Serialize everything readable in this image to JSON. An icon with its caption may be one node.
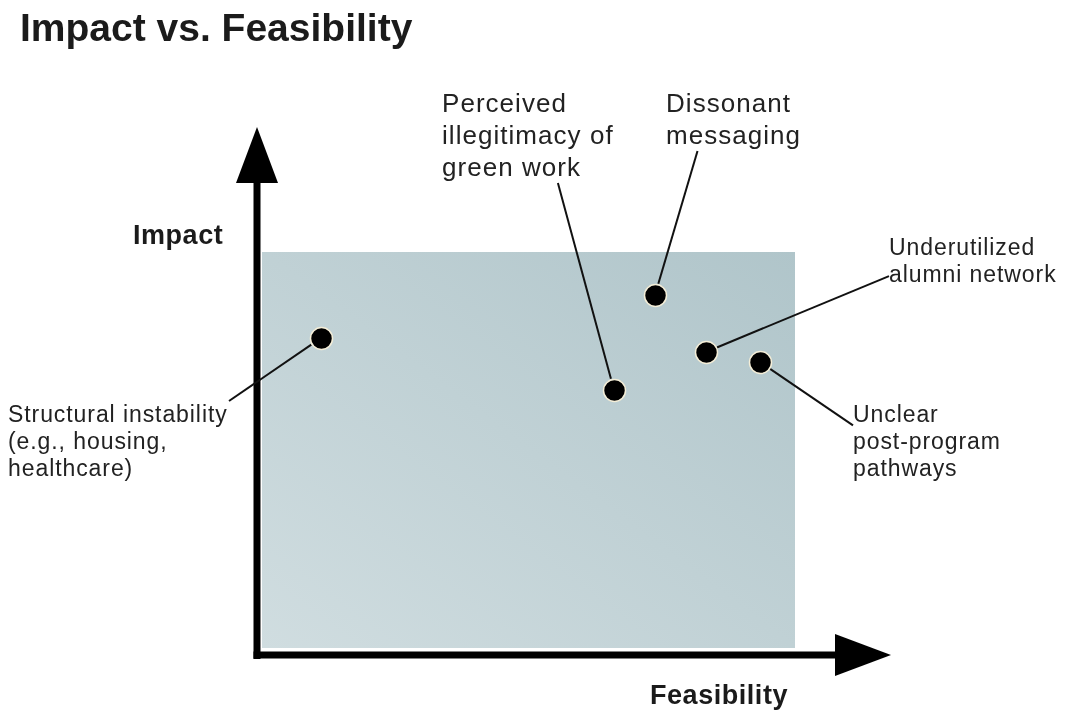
{
  "diagram": {
    "title": "Impact vs. Feasibility",
    "nodes": [
      {
        "text": [
          "Perceived illegitimacy of green work"
        ]
      },
      {
        "text": [
          "Dissonant messaging"
        ]
      },
      {
        "text": [
          "Underutilized alumni network"
        ]
      },
      {
        "text": [
          "Structural instability (e.g., housing, healthcare)"
        ]
      },
      {
        "text": [
          "Unclear post-program pathways"
        ]
      },
      {
        "text": [],
        "shape": "circle"
      },
      {
        "text": [],
        "shape": "circle"
      },
      {
        "text": [],
        "shape": "circle"
      },
      {
        "text": [],
        "shape": "circle"
      },
      {
        "text": [],
        "shape": "circle"
      }
    ],
    "edges": [
      {
        "from": 0,
        "to": 5,
        "arrow": "none"
      },
      {
        "from": 1,
        "to": 6,
        "arrow": "none"
      },
      {
        "from": 2,
        "to": 7,
        "arrow": "none"
      },
      {
        "from": 3,
        "to": 8,
        "arrow": "none"
      },
      {
        "from": 4,
        "to": 9,
        "arrow": "none"
      }
    ],
    "labels": [
      "Impact",
      "Feasibility"
    ]
  }
}
